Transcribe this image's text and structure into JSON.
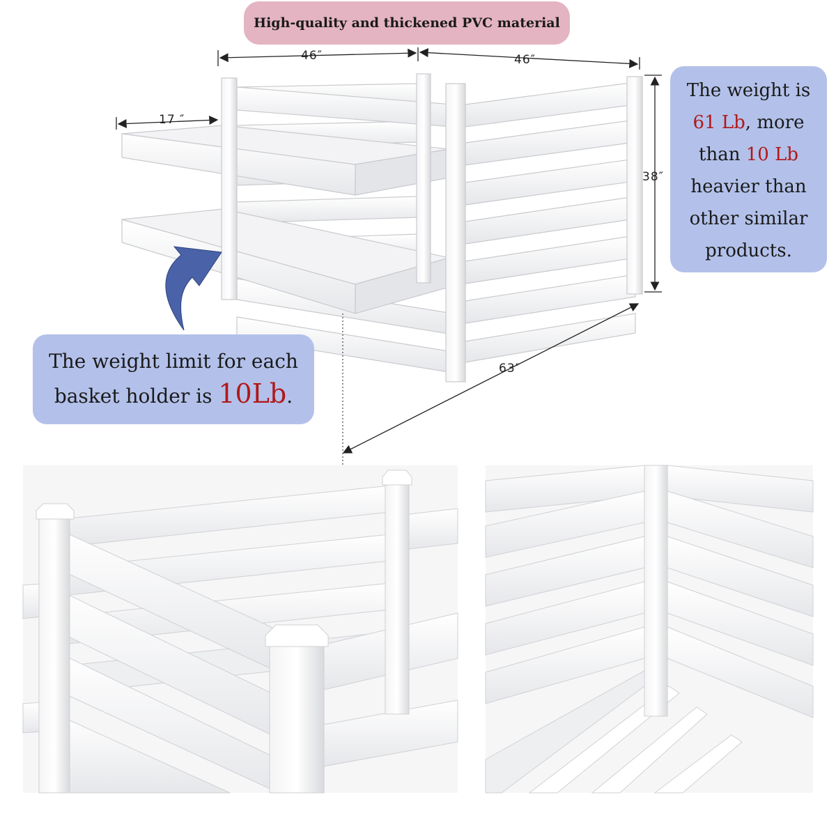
{
  "banner": {
    "text": "High-quality and thickened PVC material"
  },
  "dimensions": {
    "width_left": "46″",
    "width_right": "46″",
    "shelf_depth": "17 ″",
    "height": "38″",
    "length": "63″"
  },
  "weight_box": {
    "line1": "The weight is",
    "weight_value": "61 Lb",
    "line2_rest": ",  more",
    "line3_pre": "than ",
    "extra_value": "10 Lb",
    "line4": "heavier than",
    "line5": "other similar",
    "line6": "products."
  },
  "limit_box": {
    "line1": "The weight limit for each",
    "line2_pre": "basket holder is ",
    "limit_value": "10Lb",
    "line2_post": "."
  },
  "colors": {
    "banner_bg": "#e4b4c3",
    "box_bg": "#b3c1ea",
    "accent_red": "#b01818",
    "arrow_blue": "#4a63a8"
  }
}
